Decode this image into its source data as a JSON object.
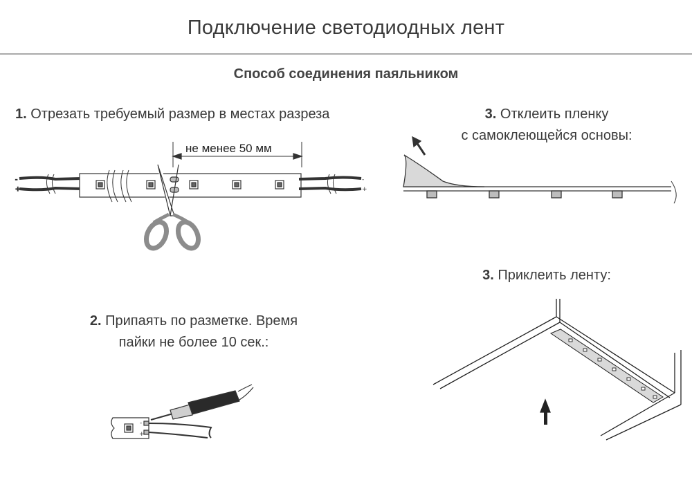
{
  "header": {
    "title": "Подключение светодиодных лент",
    "subtitle": "Способ соединения паяльником"
  },
  "steps": {
    "cut": {
      "number": "1.",
      "text": "Отрезать требуемый размер в местах разреза"
    },
    "peel": {
      "number": "3.",
      "line1": "Отклеить пленку",
      "line2": "с самоклеющейся основы:"
    },
    "stick": {
      "number": "3.",
      "text": "Приклеить ленту:"
    },
    "solder": {
      "number": "2.",
      "line1": "Припаять по разметке. Время",
      "line2": "пайки не более 10 сек.:"
    }
  },
  "cut_diagram": {
    "dimension_label": "не менее 50 мм",
    "plus_sign": "+",
    "minus_sign": "-"
  },
  "solder_diagram": {
    "plus_sign": "+",
    "minus_sign": "-"
  },
  "colors": {
    "text": "#3a3a3a",
    "rule": "#a9a9a9",
    "tool_gray": "#8c8c8c",
    "peel_film": "#d9d9d9"
  }
}
